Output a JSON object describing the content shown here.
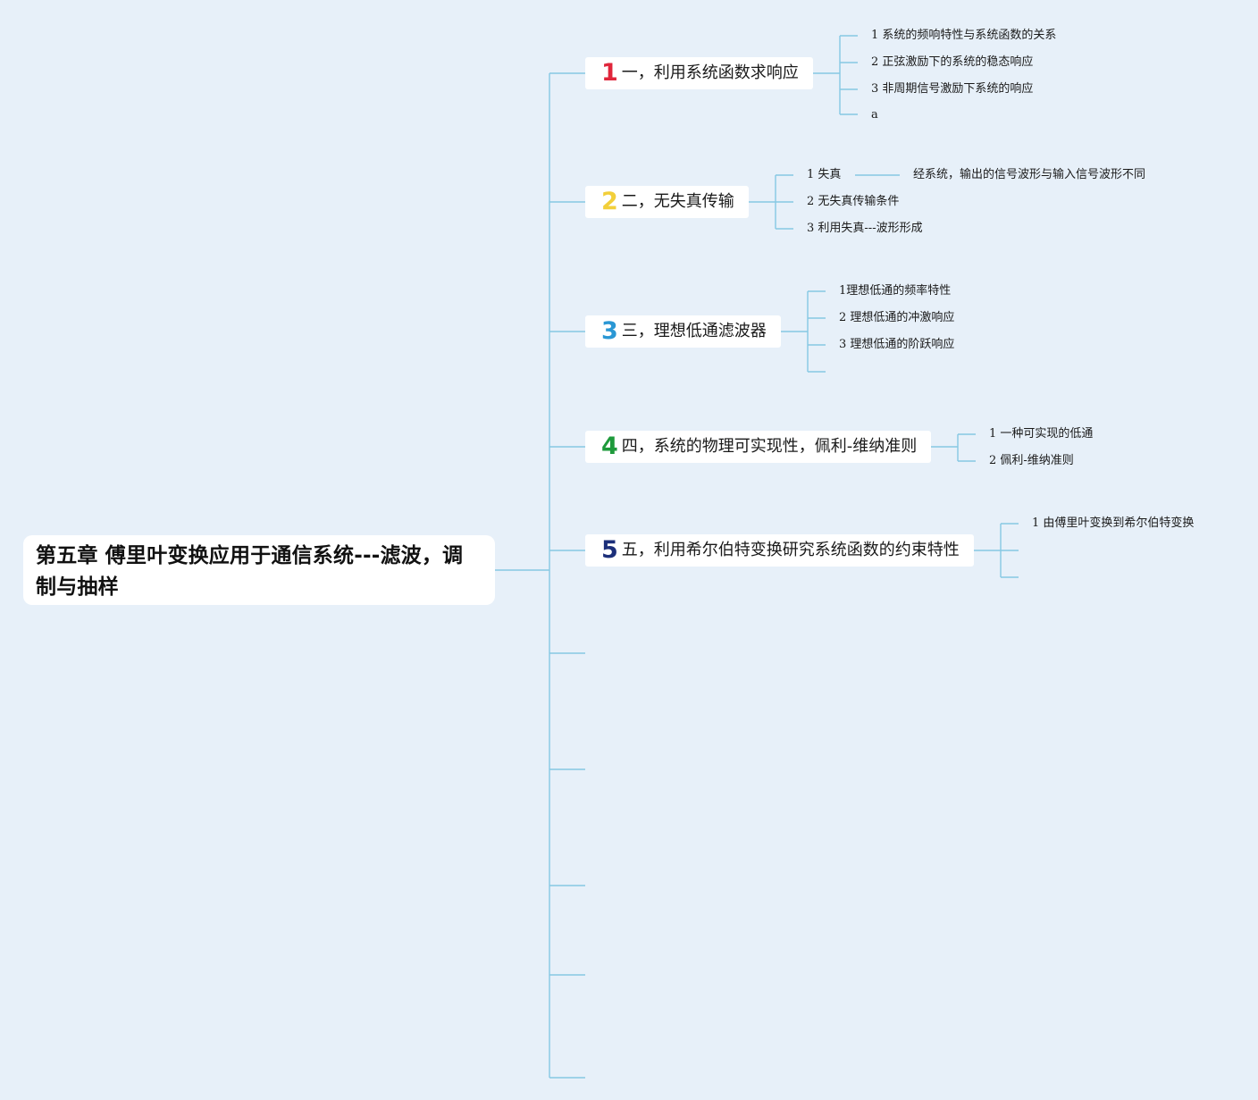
{
  "root": {
    "title": "第五章 傅里叶变换应用于通信系统---滤波，调制与抽样"
  },
  "branches": [
    {
      "number": "1",
      "number_color": "#e0263b",
      "label": "一，利用系统函数求响应",
      "children": [
        "1 系统的频响特性与系统函数的关系",
        "2 正弦激励下的系统的稳态响应",
        "3 非周期信号激励下系统的响应",
        "a"
      ]
    },
    {
      "number": "2",
      "number_color": "#f2cf3a",
      "label": "二，无失真传输",
      "children": [
        "1 失真",
        "2 无失真传输条件",
        "3 利用失真---波形形成"
      ],
      "grandchild": "经系统，输出的信号波形与输入信号波形不同"
    },
    {
      "number": "3",
      "number_color": "#2a97d4",
      "label": "三，理想低通滤波器",
      "children": [
        "1理想低通的频率特性",
        "2 理想低通的冲激响应",
        "3 理想低通的阶跃响应"
      ]
    },
    {
      "number": "4",
      "number_color": "#1e9a3b",
      "label": "四，系统的物理可实现性，佩利-维纳准则",
      "children": [
        "1 一种可实现的低通",
        "2 佩利-维纳准则"
      ]
    },
    {
      "number": "5",
      "number_color": "#1c2f7a",
      "label": "五，利用希尔伯特变换研究系统函数的约束特性",
      "children": [
        "1 由傅里叶变换到希尔伯特变换"
      ]
    }
  ],
  "colors": {
    "background": "#e7f0f9",
    "connector": "#86c8e3",
    "node_fill": "#ffffff"
  }
}
